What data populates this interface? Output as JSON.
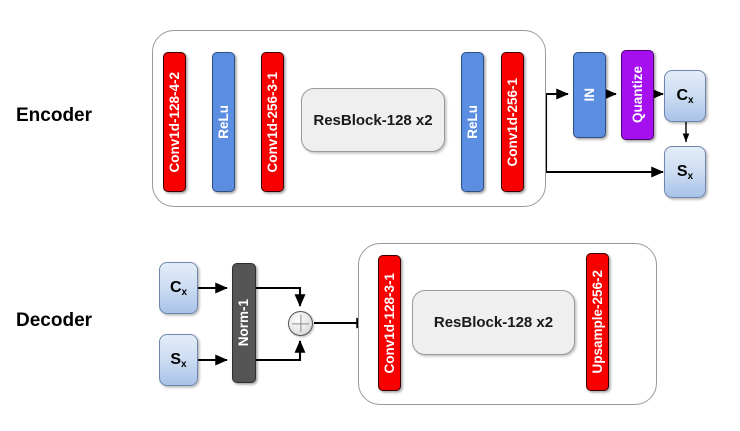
{
  "diagram": {
    "title": "Encoder / Decoder architecture block diagram",
    "colors": {
      "conv_red": "#f80000",
      "activation_blue": "#5b8ee0",
      "quantize_purple": "#a610f0",
      "norm_gray": "#555555",
      "latent_blue": "#a8c3e8",
      "resblock_gray": "#efefef",
      "container_border": "#9a9a9a",
      "wire": "#000000",
      "background": "#ffffff"
    }
  },
  "encoder": {
    "label": "Encoder",
    "blocks": [
      {
        "name": "conv1d-128-4-2",
        "text": "Conv1d-128-4-2",
        "color": "red"
      },
      {
        "name": "relu-1",
        "text": "ReLu",
        "color": "blue"
      },
      {
        "name": "conv1d-256-3-1",
        "text": "Conv1d-256-3-1",
        "color": "red"
      },
      {
        "name": "resblock-128-x2",
        "text": "ResBlock-128 x2",
        "color": "gray"
      },
      {
        "name": "relu-2",
        "text": "ReLu",
        "color": "blue"
      },
      {
        "name": "conv1d-256-1",
        "text": "Conv1d-256-1",
        "color": "red"
      }
    ],
    "post": [
      {
        "name": "instance-norm",
        "text": "IN",
        "color": "blue"
      },
      {
        "name": "quantize",
        "text": "Quantize",
        "color": "purple"
      }
    ],
    "outputs": [
      {
        "name": "content-latent",
        "letter": "C",
        "subscript": "x"
      },
      {
        "name": "speaker-latent",
        "letter": "S",
        "subscript": "x"
      }
    ]
  },
  "decoder": {
    "label": "Decoder",
    "inputs": [
      {
        "name": "content-latent",
        "letter": "C",
        "subscript": "x"
      },
      {
        "name": "speaker-latent",
        "letter": "S",
        "subscript": "x"
      }
    ],
    "norm": {
      "name": "norm-1",
      "text": "Norm-1",
      "color": "gray"
    },
    "operator": {
      "name": "sum-operator",
      "symbol": "+"
    },
    "blocks": [
      {
        "name": "conv1d-128-3-1",
        "text": "Conv1d-128-3-1",
        "color": "red"
      },
      {
        "name": "resblock-128-x2",
        "text": "ResBlock-128 x2",
        "color": "gray"
      },
      {
        "name": "upsample-256-2",
        "text": "Upsample-256-2",
        "color": "red"
      }
    ]
  }
}
